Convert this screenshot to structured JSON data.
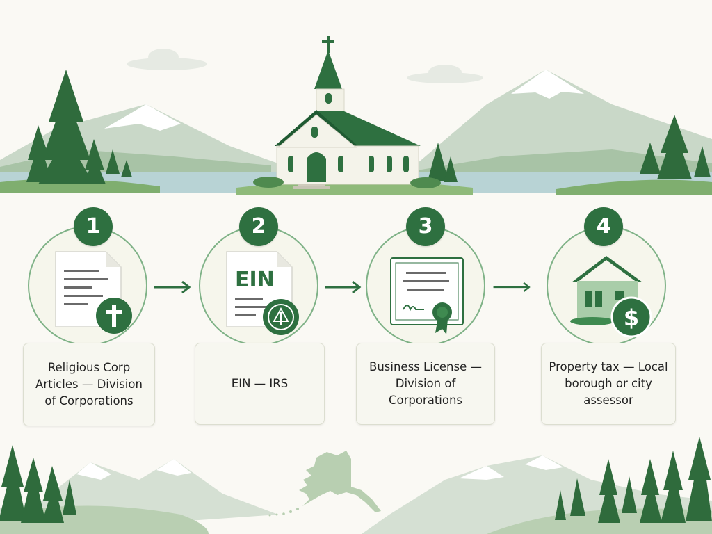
{
  "colors": {
    "brand_green": "#2e7040",
    "light_green": "#a9cda9",
    "circle_border": "#7fb287",
    "background": "#faf9f4"
  },
  "steps": [
    {
      "number": "1",
      "label": "Religious Corp Articles — Division of Corporations",
      "icon": "document-with-cross-icon"
    },
    {
      "number": "2",
      "label": "EIN — IRS",
      "icon": "ein-document-with-irs-seal-icon",
      "icon_text": "EIN"
    },
    {
      "number": "3",
      "label": "Business License — Division of Corporations",
      "icon": "certificate-with-ribbon-icon"
    },
    {
      "number": "4",
      "label": "Property tax — Local borough or city assessor",
      "icon": "house-with-dollar-icon",
      "badge_text": "$"
    }
  ]
}
